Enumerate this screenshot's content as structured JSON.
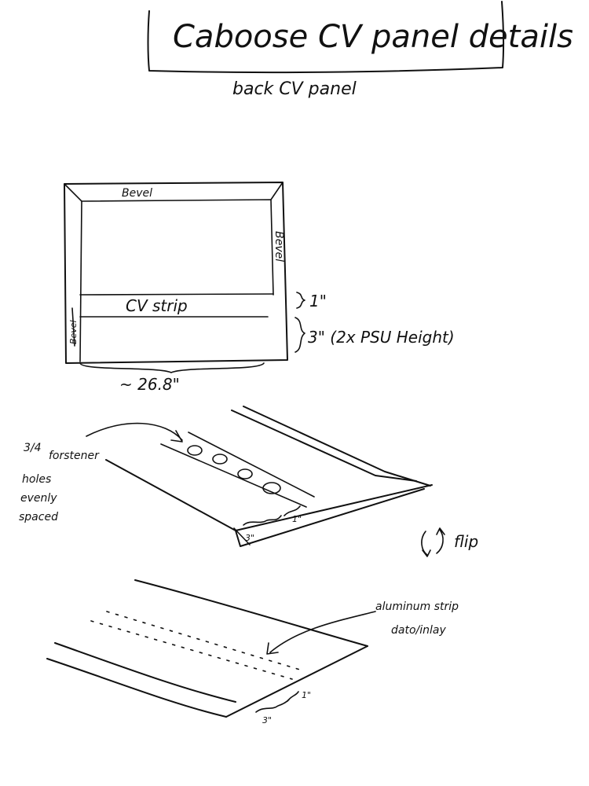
{
  "title": "Caboose CV panel details",
  "subtitle": "back CV panel",
  "panel": {
    "bevel_top": "Bevel",
    "bevel_right": "Bevel",
    "bevel_left": "Bevel",
    "strip_label": "CV strip",
    "dim_strip": "1\"",
    "dim_bottom": "3\" (2x PSU Height)",
    "dim_width": "~ 26.8\""
  },
  "holes_view": {
    "note_fraction": "3/4",
    "note_line1": "forstener",
    "note_line2": "holes",
    "note_line3": "evenly",
    "note_line4": "spaced",
    "dim_1": "1\"",
    "dim_3": "3\""
  },
  "flip_label": "flip",
  "back_view": {
    "note_line1": "aluminum strip",
    "note_line2": "dato/inlay",
    "dim_1": "1\"",
    "dim_3": "3\""
  }
}
